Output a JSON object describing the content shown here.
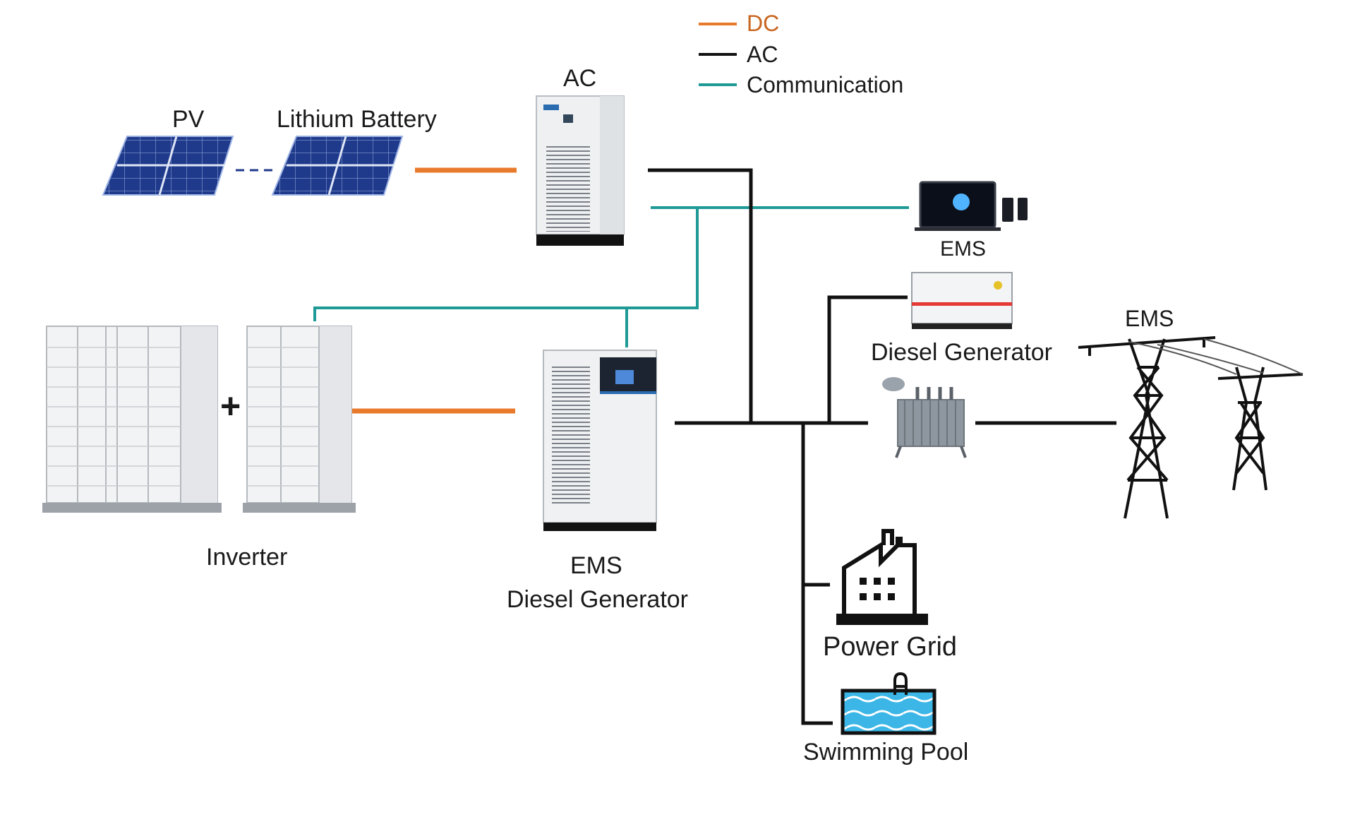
{
  "legend": {
    "items": [
      {
        "label": "DC",
        "color": "#e87a2c",
        "text_color": "#c8651f"
      },
      {
        "label": "AC",
        "color": "#111111",
        "text_color": "#1a1a1a"
      },
      {
        "label": "Communication",
        "color": "#1f9a96",
        "text_color": "#1a1a1a"
      }
    ]
  },
  "labels": {
    "pv": "PV",
    "lithium_battery": "Lithium Battery",
    "ac_cabinet": "AC",
    "ems_top": "EMS",
    "diesel_generator_top": "Diesel Generator",
    "ems_tower": "EMS",
    "inverter": "Inverter",
    "ems_center": "EMS",
    "diesel_generator_center": "Diesel Generator",
    "power_grid": "Power Grid",
    "swimming_pool": "Swimming Pool",
    "plus": "+"
  },
  "colors": {
    "dc": "#e87a2c",
    "ac": "#111111",
    "comm": "#1f9a96"
  }
}
